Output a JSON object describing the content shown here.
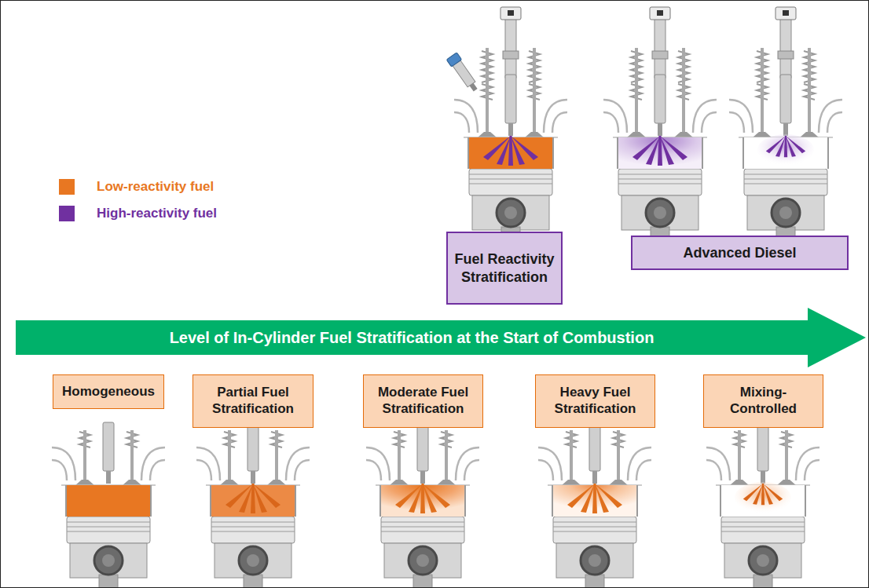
{
  "diagram": {
    "nodes": [
      {
        "text": [
          "Fuel Reactivity Stratification"
        ]
      },
      {
        "text": [
          "Advanced Diesel"
        ]
      },
      {
        "text": [
          "Level of In-Cylinder Fuel Stratification at the Start of Combustion"
        ]
      },
      {
        "text": [
          "Homogeneous"
        ]
      },
      {
        "text": [
          "Partial Fuel Stratification"
        ]
      },
      {
        "text": [
          "Moderate Fuel Stratification"
        ]
      },
      {
        "text": [
          "Heavy Fuel Stratification"
        ]
      },
      {
        "text": [
          "Mixing-Controlled"
        ]
      }
    ],
    "legend": [
      {
        "text": "Low-reactivity fuel",
        "color": "#E87722"
      },
      {
        "text": "High-reactivity fuel",
        "color": "#7030A0"
      }
    ]
  }
}
